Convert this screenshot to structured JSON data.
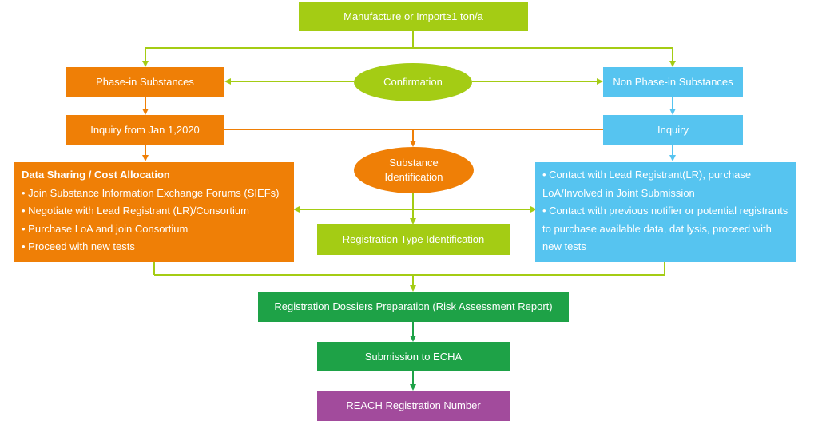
{
  "colors": {
    "lime": "#a4cc14",
    "orange": "#ef7f06",
    "blue": "#56c4f0",
    "green": "#1ea247",
    "purple": "#a24b9c",
    "text": "#ffffff"
  },
  "nodes": {
    "top": "Manufacture or Import≥1 ton/a",
    "confirmation": "Confirmation",
    "phase_in": "Phase-in Substances",
    "non_phase_in": "Non Phase-in Substances",
    "inquiry_phase_in": "Inquiry from Jan 1,2020",
    "inquiry": "Inquiry",
    "substance_identification": "Substance Identification",
    "registration_type": "Registration Type Identification",
    "dossiers": "Registration Dossiers Preparation (Risk Assessment Report)",
    "submission": "Submission to ECHA",
    "reach_number": "REACH Registration Number"
  },
  "left_detail": {
    "title": "Data Sharing / Cost Allocation",
    "items": [
      "• Join Substance Information Exchange Forums (SIEFs)",
      "• Negotiate with Lead Registrant (LR)/Consortium",
      "• Purchase LoA and join Consortium",
      "• Proceed with new tests"
    ]
  },
  "right_detail": {
    "items": [
      "• Contact with Lead Registrant(LR), purchase LoA/Involved in Joint Submission",
      "• Contact with previous notifier or potential registrants to purchase available data, dat lysis, proceed with new tests"
    ]
  }
}
